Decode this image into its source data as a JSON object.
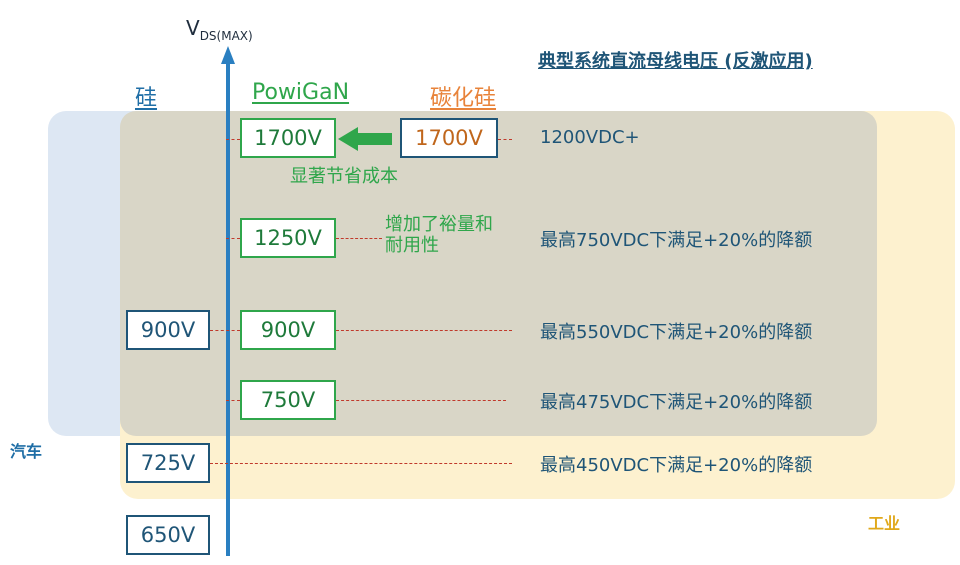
{
  "axis": {
    "label": "V",
    "subscript": "DS(MAX)"
  },
  "title": "典型系统直流母线电压 (反激应用)",
  "columns": {
    "silicon": "硅",
    "gan": "PowiGaN",
    "sic": "碳化硅"
  },
  "regions": {
    "automotive": "汽车",
    "industrial": "工业"
  },
  "boxes": {
    "gan_1700": "1700V",
    "sic_1700": "1700V",
    "gan_1250": "1250V",
    "si_900": "900V",
    "gan_900": "900V",
    "gan_750": "750V",
    "si_725": "725V",
    "si_650": "650V"
  },
  "notes": {
    "cost": "显著节省成本",
    "margin_line1": "增加了裕量和",
    "margin_line2": "耐用性"
  },
  "rows": {
    "r1700": "1200VDC+",
    "r1250": "最高750VDC下满足+20%的降额",
    "r900": "最高550VDC下满足+20%的降额",
    "r750": "最高475VDC下满足+20%的降额",
    "r725": "最高450VDC下满足+20%的降额"
  },
  "colors": {
    "silicon": "#1f5577",
    "gan": "#2fa64b",
    "sic": "#e8833a",
    "axis": "#2a7fc1",
    "dash": "#c0392b",
    "automotive_bg": "#dde7f3",
    "industrial_bg": "#fdf1cf",
    "overlap_bg": "#d9d6c7"
  }
}
